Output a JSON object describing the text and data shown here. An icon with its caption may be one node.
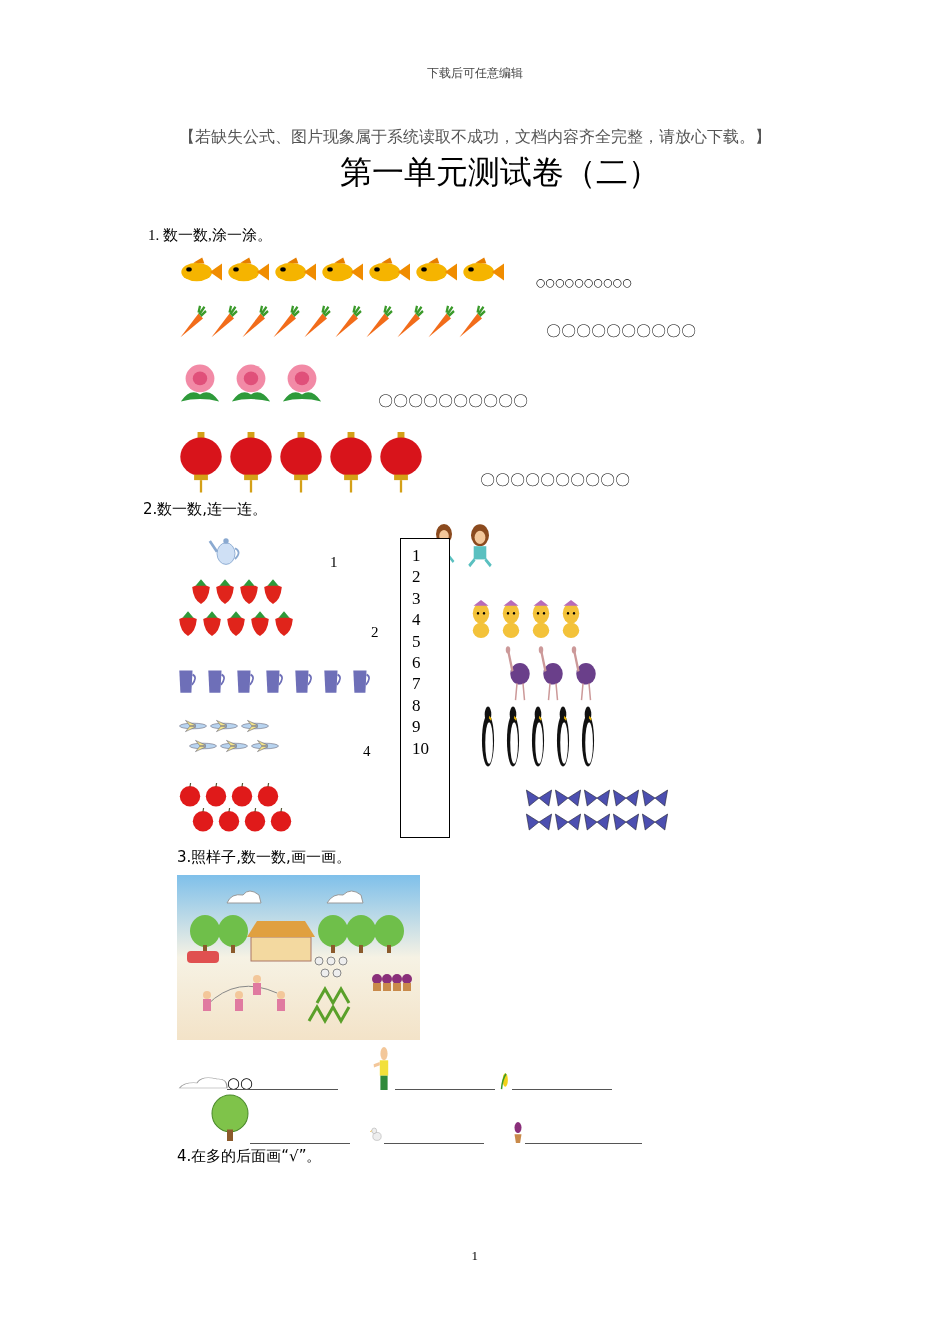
{
  "diagram": {
    "title": "第一单元测试卷（二）",
    "nodes": [
      {
        "text": [
          "1 2 3 4 5 6 7 8 9 10"
        ]
      }
    ],
    "edges": [],
    "labels": [
      "下载后可任意编辑",
      "【若缺失公式、图片现象属于系统读取不成功，文档内容齐全完整，请放心下载。】",
      "1. 数一数,涂一涂。",
      "○○○○○○○○○○",
      "〇〇〇〇〇〇〇〇〇〇",
      "〇〇〇〇〇〇〇〇〇〇",
      "〇〇〇〇〇〇〇〇〇〇",
      "2.数一数,连一连。",
      "1",
      "2",
      "4",
      "3.照样子,数一数,画一画。",
      "○○",
      "4.在多的后面画“√”。",
      "1"
    ]
  }
}
